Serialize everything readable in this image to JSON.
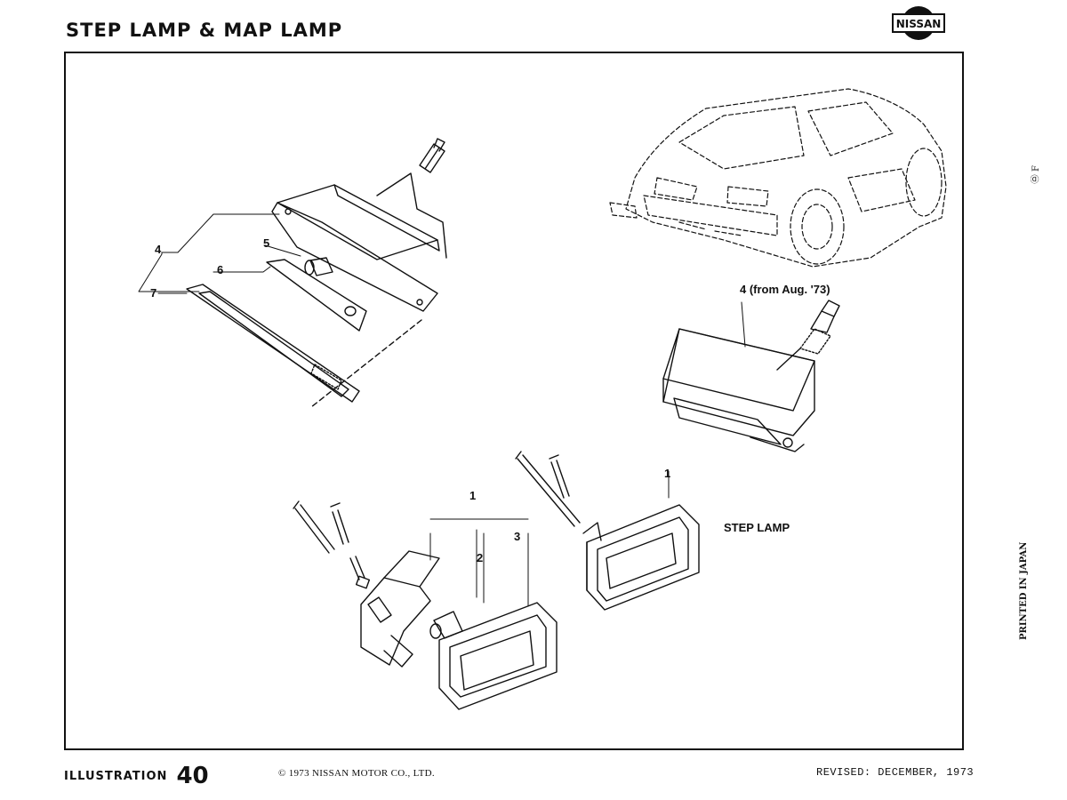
{
  "header": {
    "title": "STEP LAMP & MAP LAMP",
    "brand": "NISSAN"
  },
  "side": {
    "code": "Ⓓ F",
    "printed": "PRINTED IN JAPAN"
  },
  "labels": {
    "map_4": "4",
    "map_5": "5",
    "map_6": "6",
    "map_7": "7",
    "map_4_new": "4 (from Aug. '73)",
    "step_1_left": "1",
    "step_2": "2",
    "step_3": "3",
    "step_1_right": "1",
    "step_lamp": "STEP LAMP"
  },
  "footer": {
    "illustration_label": "ILLUSTRATION",
    "illustration_number": "40",
    "copyright": "© 1973 NISSAN MOTOR CO., LTD.",
    "revised": "REVISED: DECEMBER, 1973"
  }
}
